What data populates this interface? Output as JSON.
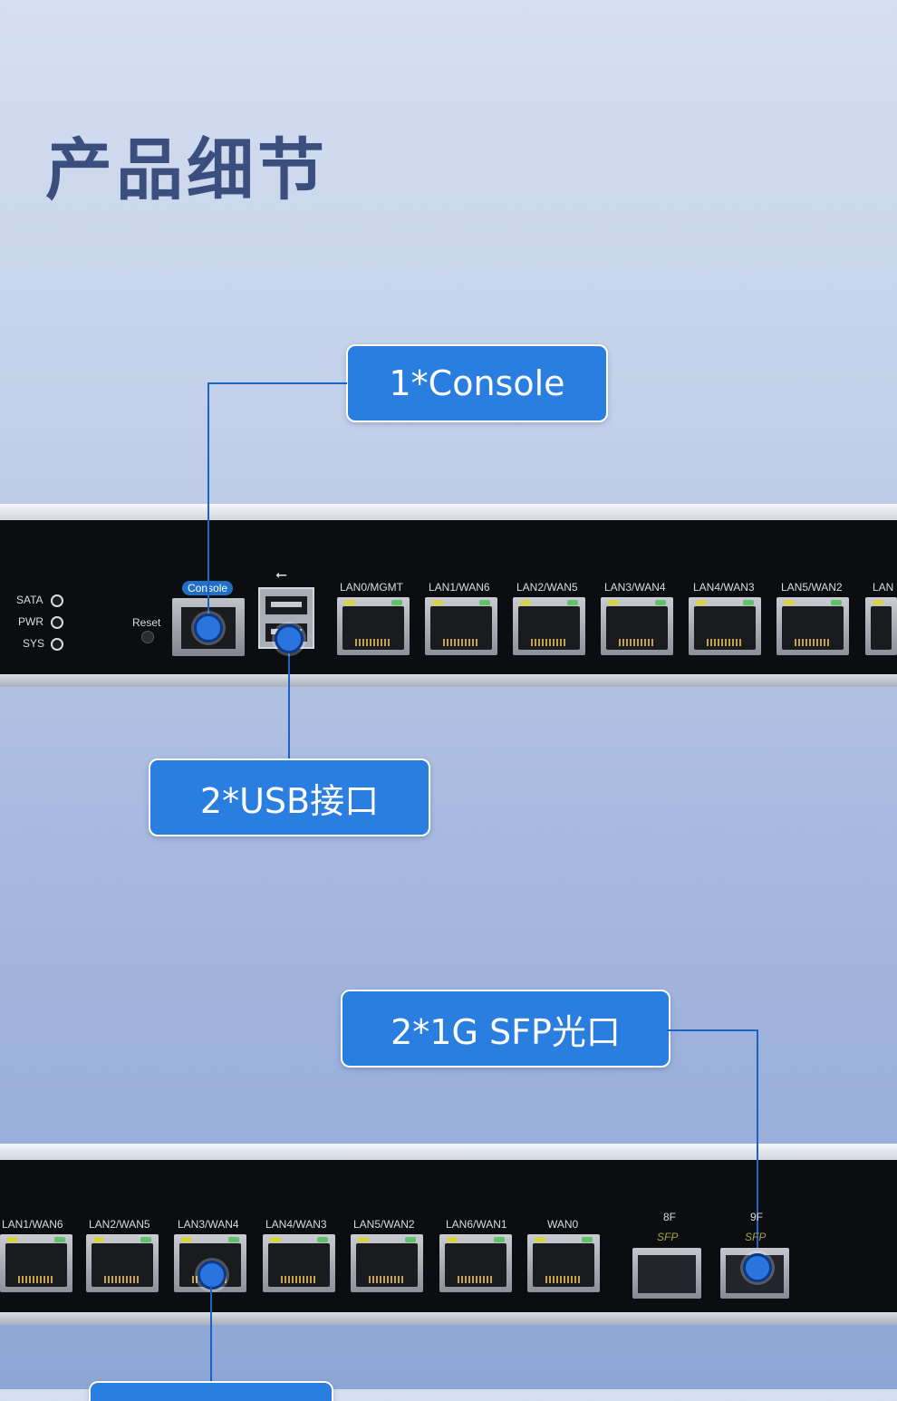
{
  "title": "产品细节",
  "callouts": {
    "console": "1*Console",
    "usb": "2*USB接口",
    "sfp": "2*1G SFP光口"
  },
  "device_top": {
    "leds": [
      "SATA",
      "PWR",
      "SYS"
    ],
    "reset_label": "Reset",
    "console_label": "Console",
    "ports": [
      "LAN0/MGMT",
      "LAN1/WAN6",
      "LAN2/WAN5",
      "LAN3/WAN4",
      "LAN4/WAN3",
      "LAN5/WAN2",
      "LAN"
    ]
  },
  "device_bottom": {
    "ports": [
      "LAN1/WAN6",
      "LAN2/WAN5",
      "LAN3/WAN4",
      "LAN4/WAN3",
      "LAN5/WAN2",
      "LAN6/WAN1",
      "WAN0"
    ],
    "sfp_ids": [
      "8F",
      "9F"
    ],
    "sfp_label": "SFP"
  },
  "colors": {
    "accent": "#2a7ee0",
    "title": "#3a4f7d"
  }
}
